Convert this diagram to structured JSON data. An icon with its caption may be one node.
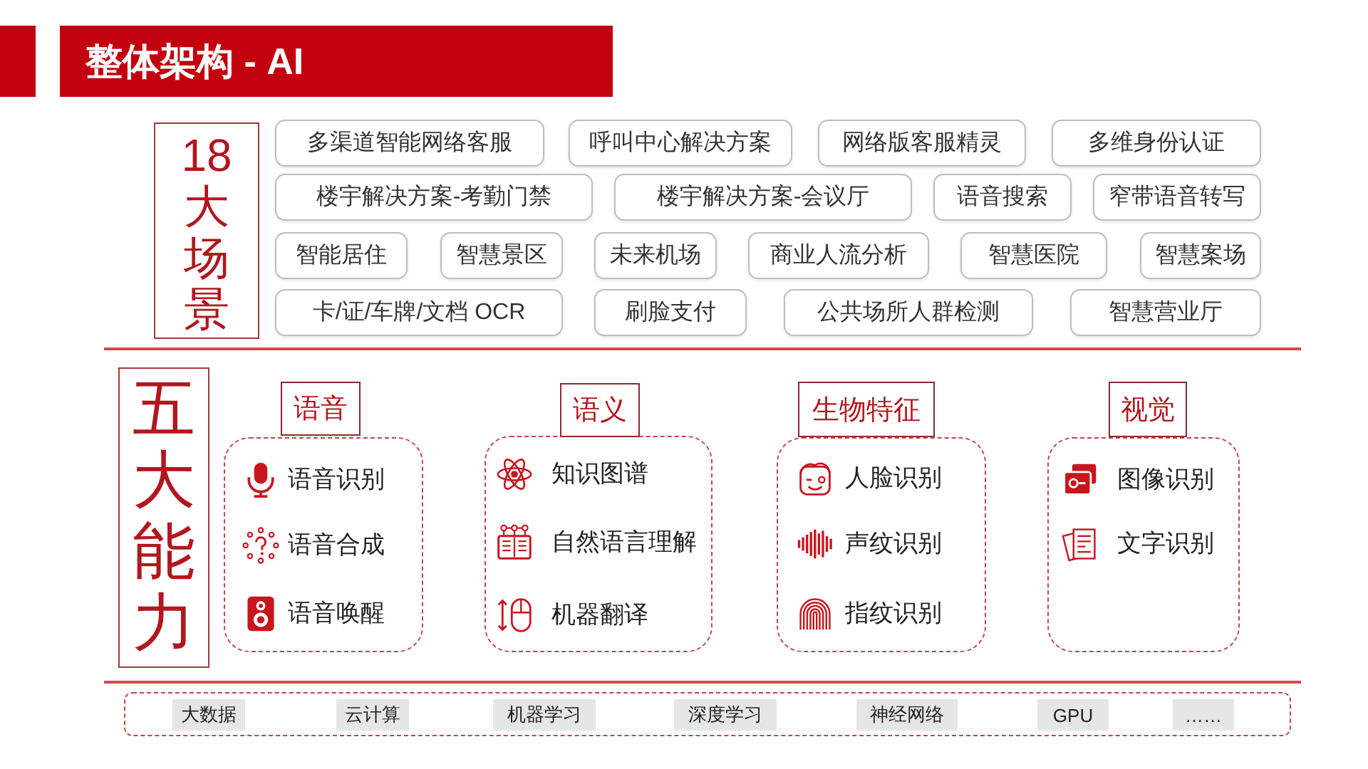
{
  "diagram": {
    "title": "整体架构 - AI",
    "nodes": [
      {
        "text": [
          "18大场景"
        ]
      },
      {
        "text": [
          "多渠道智能网络客服"
        ]
      },
      {
        "text": [
          "呼叫中心解决方案"
        ]
      },
      {
        "text": [
          "网络版客服精灵"
        ]
      },
      {
        "text": [
          "多维身份认证"
        ]
      },
      {
        "text": [
          "楼宇解决方案-考勤门禁"
        ]
      },
      {
        "text": [
          "楼宇解决方案-会议厅"
        ]
      },
      {
        "text": [
          "语音搜索"
        ]
      },
      {
        "text": [
          "窄带语音转写"
        ]
      },
      {
        "text": [
          "智能居住"
        ]
      },
      {
        "text": [
          "智慧景区"
        ]
      },
      {
        "text": [
          "未来机场"
        ]
      },
      {
        "text": [
          "商业人流分析"
        ]
      },
      {
        "text": [
          "智慧医院"
        ]
      },
      {
        "text": [
          "智慧案场"
        ]
      },
      {
        "text": [
          "卡/证/车牌/文档 OCR"
        ]
      },
      {
        "text": [
          "刷脸支付"
        ]
      },
      {
        "text": [
          "公共场所人群检测"
        ]
      },
      {
        "text": [
          "智慧营业厅"
        ]
      },
      {
        "text": [
          "五大能力"
        ]
      },
      {
        "text": [
          "语音"
        ]
      },
      {
        "text": [
          "语音识别",
          "语音合成",
          "语音唤醒"
        ]
      },
      {
        "text": [
          "语义"
        ]
      },
      {
        "text": [
          "知识图谱",
          "自然语言理解",
          "机器翻译"
        ]
      },
      {
        "text": [
          "生物特征"
        ]
      },
      {
        "text": [
          "人脸识别",
          "声纹识别",
          "指纹识别"
        ]
      },
      {
        "text": [
          "视觉"
        ]
      },
      {
        "text": [
          "图像识别",
          "文字识别"
        ]
      },
      {
        "text": [],
        "shape": "box"
      },
      {
        "text": [
          "大数据"
        ],
        "in": 28
      },
      {
        "text": [
          "云计算"
        ],
        "in": 28
      },
      {
        "text": [
          "机器学习"
        ],
        "in": 28
      },
      {
        "text": [
          "深度学习"
        ],
        "in": 28
      },
      {
        "text": [
          "神经网络"
        ],
        "in": 28
      },
      {
        "text": [
          "GPU"
        ],
        "in": 28
      },
      {
        "text": [
          "……"
        ],
        "in": 28
      }
    ]
  }
}
